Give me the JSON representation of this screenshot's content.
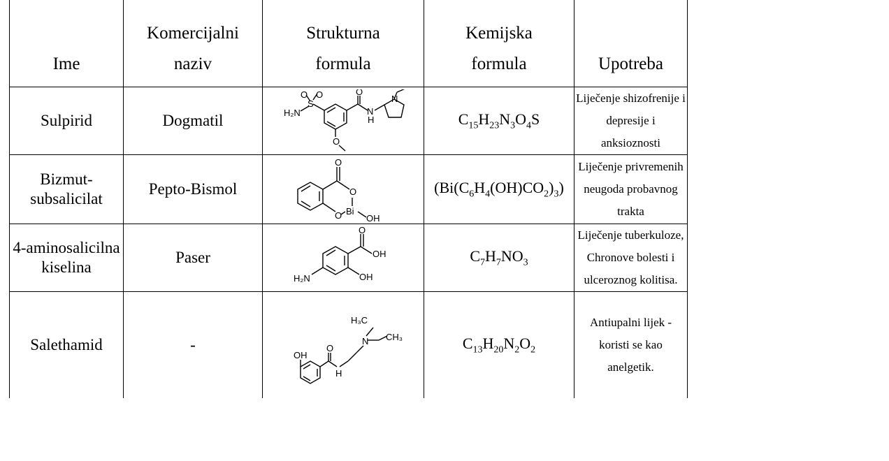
{
  "headers": {
    "ime": "Ime",
    "komercijalni_1": "Komercijalni",
    "komercijalni_2": "naziv",
    "strukturna_1": "Strukturna",
    "strukturna_2": "formula",
    "kemijska_1": "Kemijska",
    "kemijska_2": "formula",
    "upotreba": "Upotreba"
  },
  "rows": [
    {
      "ime_1": "Sulpirid",
      "ime_2": "",
      "naziv": "Dogmatil",
      "formula": [
        "C",
        "15",
        "H",
        "23",
        "N",
        "3",
        "O",
        "4",
        "S"
      ],
      "upotreba": [
        "Liječenje shizofrenije i",
        "depresije i",
        "anksioznosti"
      ],
      "atoms": {
        "o1": "O",
        "s": "S",
        "o2": "O",
        "nh2": "H₂N",
        "o3": "O",
        "nh": "N",
        "h": "H",
        "n": "N",
        "ome": "O"
      }
    },
    {
      "ime_1": "Bizmut-",
      "ime_2": "subsalicilat",
      "naziv": "Pepto-Bismol",
      "formula": [
        "(Bi(C",
        "6",
        "H",
        "4",
        "(OH)CO",
        "2",
        ")",
        "3",
        ")"
      ],
      "upotreba": [
        "Liječenje privremenih",
        "neugoda probavnog",
        "trakta"
      ],
      "atoms": {
        "o_top": "O",
        "o_ring": "O",
        "bi": "Bi",
        "o_low": "O",
        "oh": "OH"
      }
    },
    {
      "ime_1": "4-aminosalicilna",
      "ime_2": "kiselina",
      "naziv": "Paser",
      "formula": [
        "C",
        "7",
        "H",
        "7",
        "NO",
        "3"
      ],
      "upotreba": [
        "Liječenje tuberkuloze,",
        "Chronove bolesti i",
        "ulceroznog kolitisa."
      ],
      "atoms": {
        "o_top": "O",
        "oh1": "OH",
        "oh2": "OH",
        "h2n": "H₂N"
      }
    },
    {
      "ime_1": "Salethamid",
      "ime_2": "",
      "naziv": "-",
      "formula": [
        "C",
        "13",
        "H",
        "20",
        "N",
        "2",
        "O",
        "2"
      ],
      "upotreba": [
        "Antiupalni lijek -",
        "koristi se kao",
        "anelgetik."
      ],
      "atoms": {
        "oh": "OH",
        "o": "O",
        "nh": "H",
        "n": "N",
        "ch3a": "H₃C",
        "ch3b": "CH₃"
      }
    }
  ]
}
